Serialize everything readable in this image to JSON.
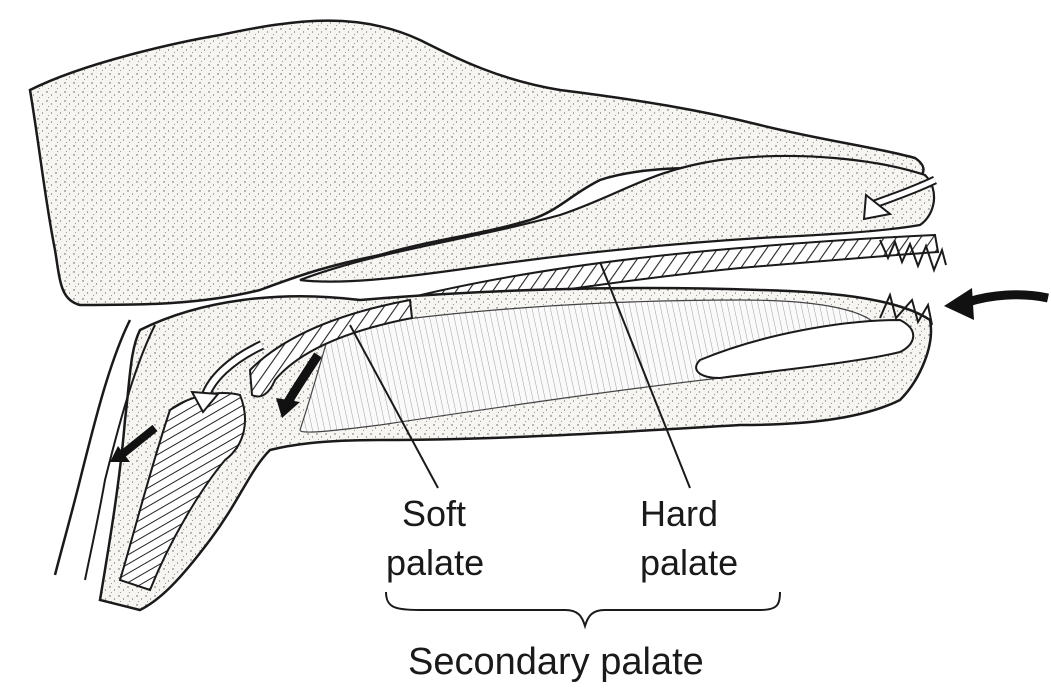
{
  "labels": {
    "soft_palate_line1": "Soft",
    "soft_palate_line2": "palate",
    "hard_palate_line1": "Hard",
    "hard_palate_line2": "palate",
    "secondary_palate": "Secondary palate"
  },
  "colors": {
    "ink": "#1a1a1a",
    "tissue_fill": "#f4f2ee",
    "background": "#ffffff"
  }
}
